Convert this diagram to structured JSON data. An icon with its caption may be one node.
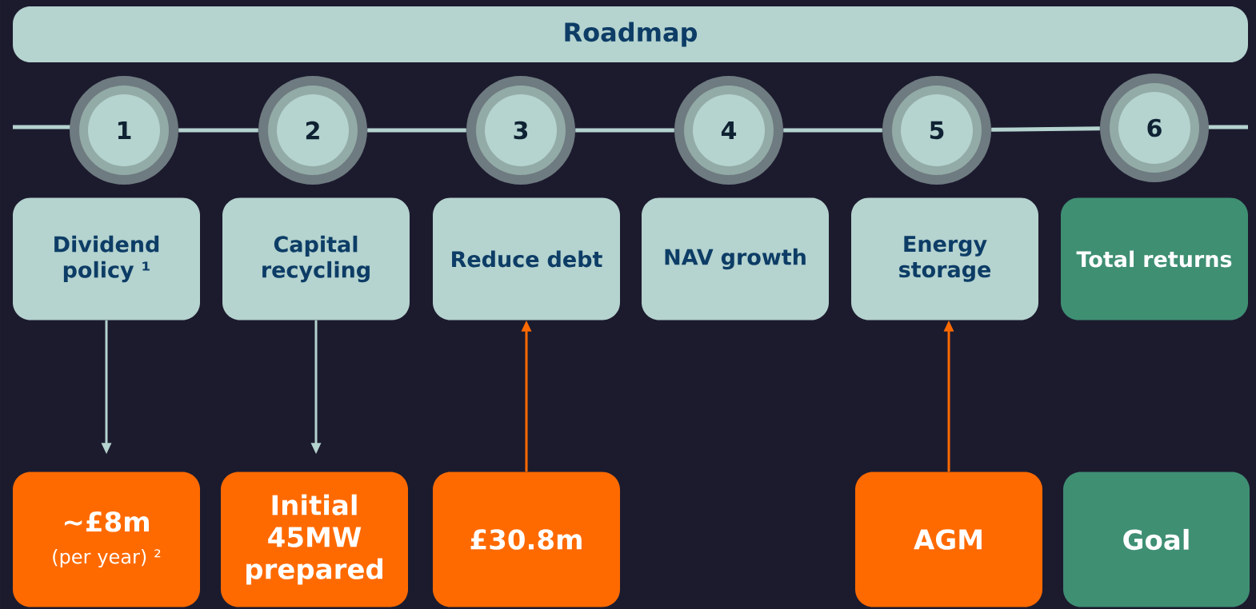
{
  "diagram": {
    "nodes": [
      {
        "text": [
          "Roadmap"
        ]
      },
      {
        "text": [
          "1"
        ]
      },
      {
        "text": [
          "2"
        ]
      },
      {
        "text": [
          "3"
        ]
      },
      {
        "text": [
          "4"
        ]
      },
      {
        "text": [
          "5"
        ]
      },
      {
        "text": [
          "6"
        ]
      },
      {
        "text": [
          "Dividend policy ¹"
        ]
      },
      {
        "text": [
          "Capital recycling"
        ]
      },
      {
        "text": [
          "Reduce debt"
        ]
      },
      {
        "text": [
          "NAV growth"
        ]
      },
      {
        "text": [
          "Energy storage"
        ]
      },
      {
        "text": [
          "Total returns"
        ]
      },
      {
        "text": [
          "~£8m",
          "(per year) ²"
        ]
      },
      {
        "text": [
          "Initial 45MW prepared"
        ]
      },
      {
        "text": [
          "£30.8m"
        ]
      },
      {
        "text": [
          "AGM"
        ]
      },
      {
        "text": [
          "Goal"
        ]
      }
    ],
    "edges": [
      {
        "from": 1,
        "to": 2,
        "arrow": "none"
      },
      {
        "from": 2,
        "to": 3,
        "arrow": "none"
      },
      {
        "from": 3,
        "to": 4,
        "arrow": "none"
      },
      {
        "from": 4,
        "to": 5,
        "arrow": "none"
      },
      {
        "from": 5,
        "to": 6,
        "arrow": "none"
      },
      {
        "from": 7,
        "to": 13,
        "arrow": "to"
      },
      {
        "from": 8,
        "to": 14,
        "arrow": "to"
      },
      {
        "from": 15,
        "to": 9,
        "arrow": "to",
        "color": "#ff6a00"
      },
      {
        "from": 16,
        "to": 11,
        "arrow": "to",
        "color": "#ff6a00"
      }
    ]
  }
}
